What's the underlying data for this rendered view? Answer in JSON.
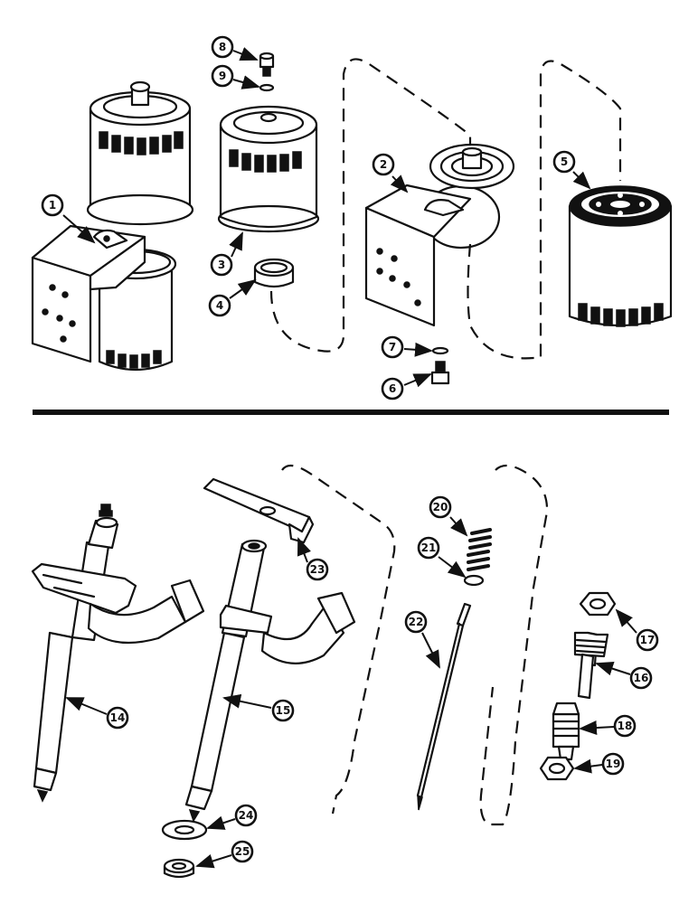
{
  "callouts": {
    "c1": "1",
    "c2": "2",
    "c3": "3",
    "c4": "4",
    "c5": "5",
    "c6": "6",
    "c7": "7",
    "c8": "8",
    "c9": "9",
    "c14": "14",
    "c15": "15",
    "c16": "16",
    "c17": "17",
    "c18": "18",
    "c19": "19",
    "c20": "20",
    "c21": "21",
    "c22": "22",
    "c23": "23",
    "c24": "24",
    "c25": "25"
  }
}
